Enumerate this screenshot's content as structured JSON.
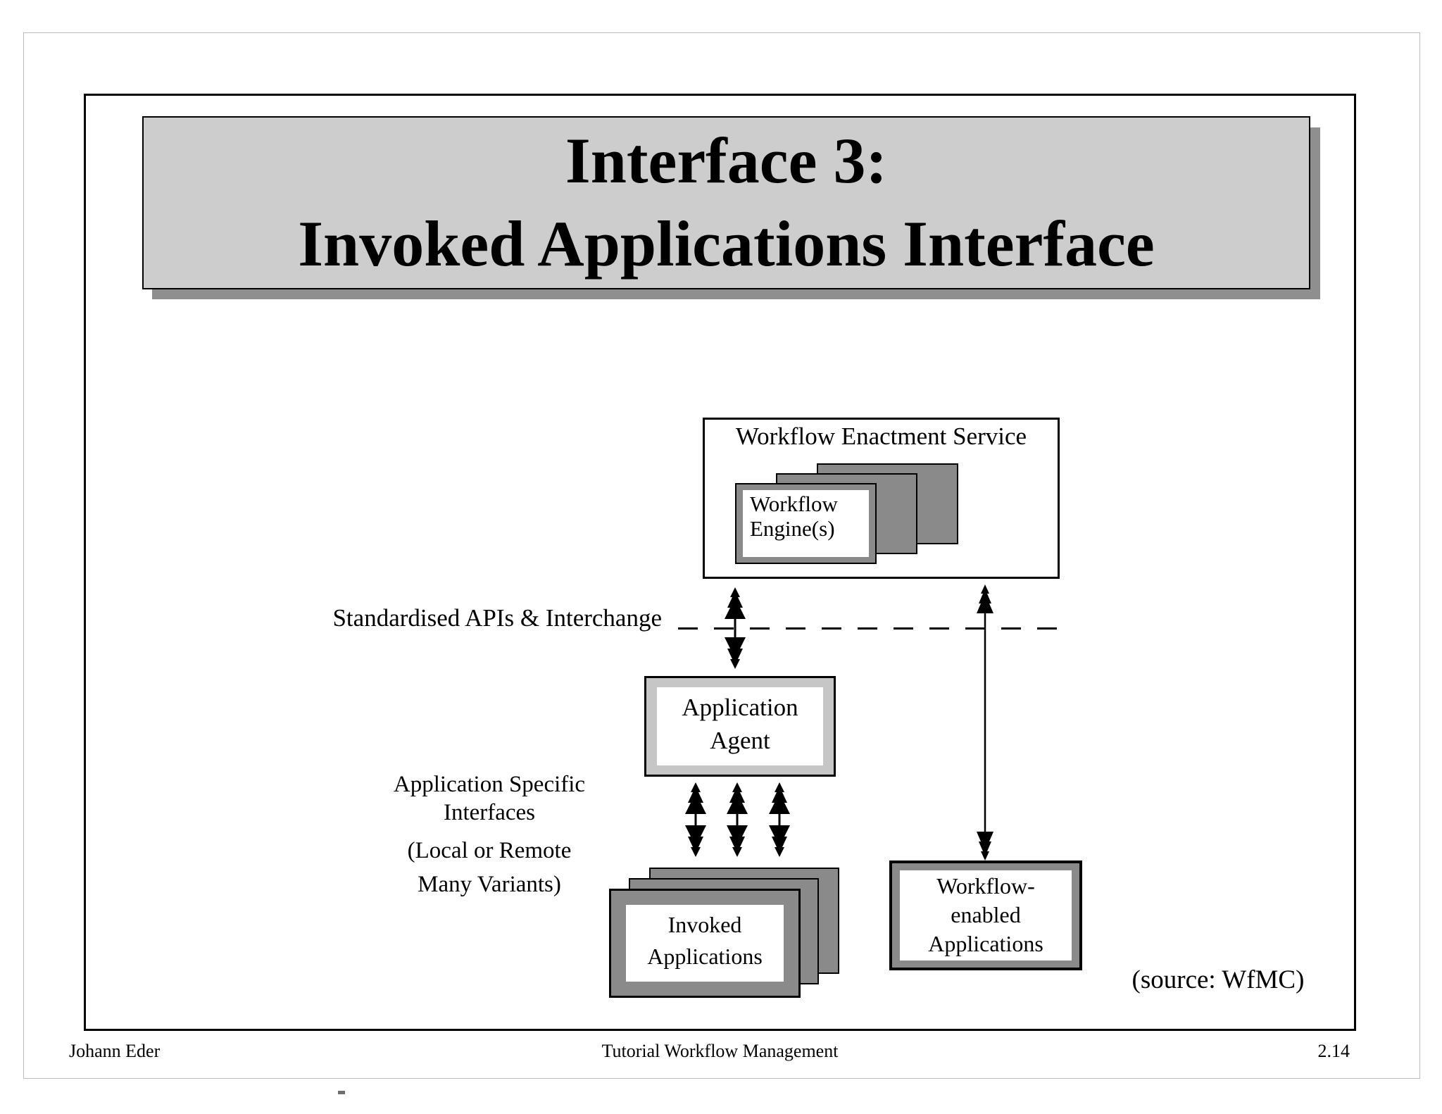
{
  "title": {
    "line1": "Interface 3:",
    "line2": "Invoked Applications Interface"
  },
  "diagram": {
    "enactment_service": {
      "label": "Workflow Enactment Service",
      "engine_line1": "Workflow",
      "engine_line2": "Engine(s)"
    },
    "standardised_api_label": "Standardised APIs & Interchange",
    "application_agent": {
      "line1": "Application",
      "line2": "Agent"
    },
    "app_specific_interfaces": {
      "line1": "Application Specific",
      "line2": "Interfaces",
      "line3": "(Local or Remote",
      "line4": "Many Variants)"
    },
    "invoked_applications": {
      "line1": "Invoked",
      "line2": "Applications"
    },
    "workflow_enabled": {
      "line1": "Workflow-",
      "line2": "enabled",
      "line3": "Applications"
    },
    "source_note": "(source: WfMC)"
  },
  "footer": {
    "author": "Johann Eder",
    "center": "Tutorial Workflow Management",
    "page_number": "2.14"
  },
  "colors": {
    "banner_fill": "#cdcdcd",
    "banner_shadow": "#8f8f8f",
    "stack_gray": "#8a8a8a",
    "agent_frame": "#c6c6c6",
    "page_border": "#bdbdbd"
  }
}
